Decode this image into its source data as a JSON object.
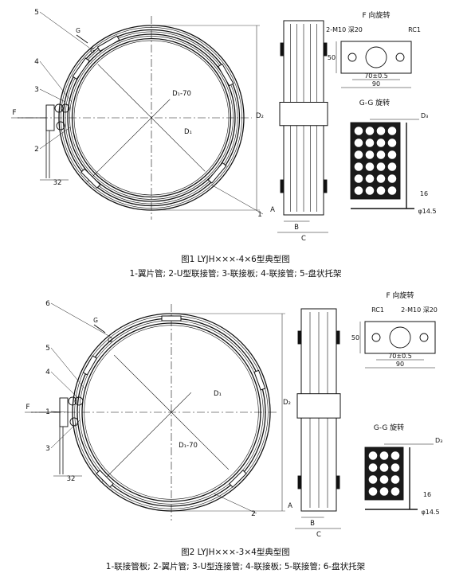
{
  "fig1": {
    "caption": "图1  LYJH×××-4×6型典型图",
    "legend": "1-翼片管; 2-U型联接管; 3-联接板; 4-联接管; 5-盘状托架",
    "callouts": [
      "1",
      "2",
      "3",
      "4",
      "5"
    ],
    "dims": {
      "d_inner": "D₁-70",
      "d1": "D₁",
      "d2": "D₂",
      "g": "G",
      "f": "F",
      "w32": "32",
      "a": "A",
      "b": "B",
      "c": "C"
    },
    "flange": {
      "title": "F 向旋转",
      "tap": "2-M10 深20",
      "rc": "RC1",
      "h50": "50",
      "w70": "70±0.5",
      "w90": "90"
    },
    "gg": {
      "title": "G-G 旋转",
      "d3": "D₃",
      "h16": "16",
      "phi": "φ14.5",
      "rows": 6,
      "cols": 4
    }
  },
  "fig2": {
    "caption": "图2  LYJH×××-3×4型典型图",
    "legend": "1-联接管板; 2-翼片管; 3-U型连接管; 4-联接板; 5-联接管; 6-盘状托架",
    "callouts": [
      "1",
      "2",
      "3",
      "4",
      "5",
      "6"
    ],
    "dims": {
      "d_inner": "D₁-70",
      "d1": "D₁",
      "d2": "D₂",
      "g": "G",
      "f": "F",
      "w32": "32",
      "a": "A",
      "b": "B",
      "c": "C"
    },
    "flange": {
      "title": "F 向旋转",
      "tap": "2-M10 深20",
      "rc": "RC1",
      "h50": "50",
      "w70": "70±0.5",
      "w90": "90"
    },
    "gg": {
      "title": "G-G 旋转",
      "d3": "D₃",
      "h16": "16",
      "phi": "φ14.5",
      "rows": 4,
      "cols": 3
    }
  }
}
